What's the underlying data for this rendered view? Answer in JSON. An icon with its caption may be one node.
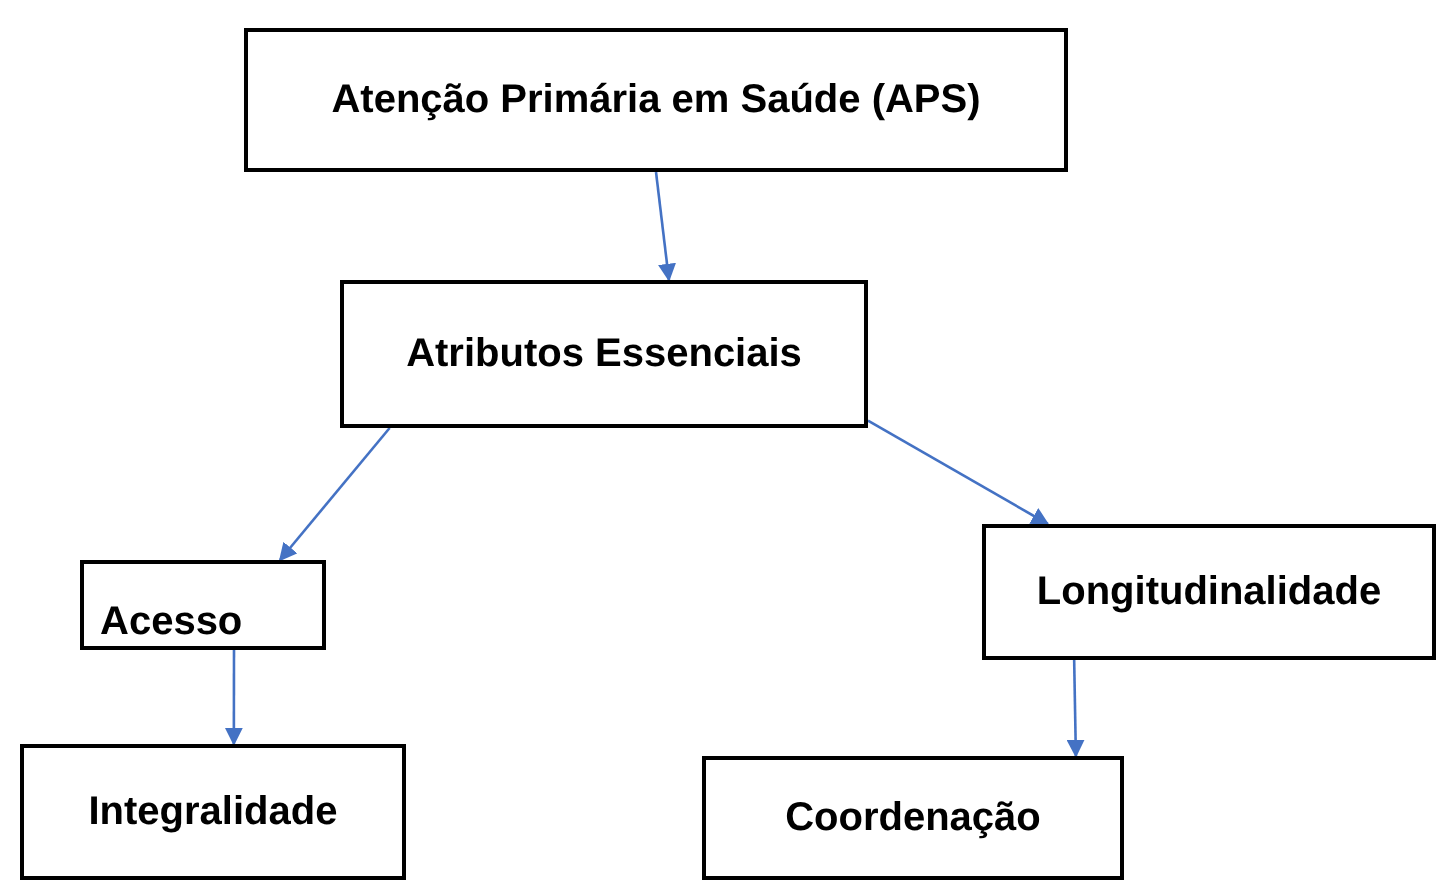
{
  "diagram": {
    "nodes": [
      {
        "text": [
          "Atenção Primária em Saúde (APS)"
        ]
      },
      {
        "text": [
          "Atributos  Essenciais"
        ]
      },
      {
        "text": [
          "Acesso"
        ]
      },
      {
        "text": [
          "Longitudinalidade"
        ]
      },
      {
        "text": [
          "Integralidade"
        ]
      },
      {
        "text": [
          "Coordenação"
        ]
      }
    ],
    "edges": [
      {
        "from": 0,
        "to": 1,
        "arrow": "to"
      },
      {
        "from": 1,
        "to": 2,
        "arrow": "to"
      },
      {
        "from": 1,
        "to": 3,
        "arrow": "to"
      },
      {
        "from": 2,
        "to": 4,
        "arrow": "to"
      },
      {
        "from": 3,
        "to": 5,
        "arrow": "to"
      }
    ]
  }
}
